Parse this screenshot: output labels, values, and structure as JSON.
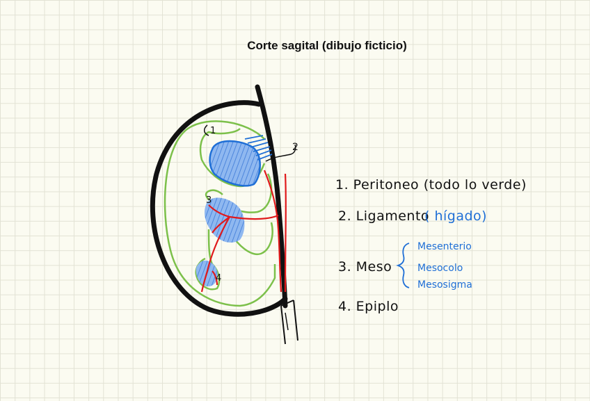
{
  "title": "Corte sagital (dibujo ficticio)",
  "diagram_labels": {
    "peritoneo_num": "1",
    "ligamento_num": "2",
    "meso_num": "3",
    "epiplo_num": "4"
  },
  "legend": {
    "item1": "1. Peritoneo (todo lo verde)",
    "item2_main": "2. Ligamento",
    "item2_note": "( hígado)",
    "item3": "3. Meso",
    "item3_subs": [
      "Mesenterio",
      "Mesocolo",
      "Mesosigma"
    ],
    "item4": "4. Epiplo"
  },
  "colors": {
    "outline": "#111111",
    "peritoneum": "#7cc04a",
    "organ_fill": "#6a9fe6",
    "organ_stroke": "#1f6fd6",
    "vessels": "#e0191b",
    "note_text": "#1f6fd6"
  }
}
